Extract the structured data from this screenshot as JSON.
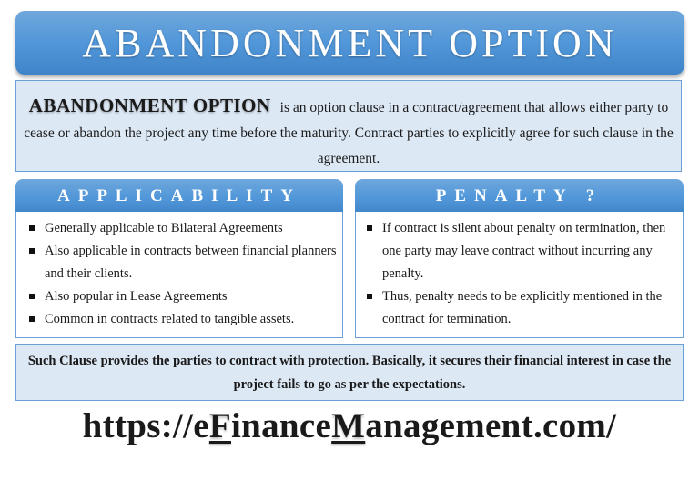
{
  "banner": {
    "title": "ABANDONMENT OPTION"
  },
  "intro": {
    "term": "ABANDONMENT OPTION",
    "definition": "is an option clause in a contract/agreement that allows either party to cease or abandon the project any time before the maturity. Contract parties to explicitly agree for such clause in the agreement."
  },
  "applicability": {
    "title": "APPLICABILITY",
    "items": [
      "Generally applicable to Bilateral Agreements",
      "Also applicable in contracts between financial planners and their clients.",
      "Also popular in Lease Agreements",
      "Common in contracts related to tangible assets."
    ]
  },
  "penalty": {
    "title": "PENALTY ?",
    "items": [
      "If contract is silent about penalty on termination, then one party may leave contract without incurring any penalty.",
      "Thus, penalty needs to be explicitly mentioned in the contract for termination."
    ]
  },
  "closing": {
    "text": "Such Clause provides the parties to contract with protection. Basically, it secures their financial interest in case the project fails to go as per the expectations."
  },
  "footer": {
    "url_parts": [
      "https://e",
      "F",
      "inance",
      "M",
      "anagement.com/"
    ]
  },
  "colors": {
    "header_blue": "#5197d9",
    "panel_bg": "#dde8f5",
    "border_blue": "#6c9fd6"
  }
}
